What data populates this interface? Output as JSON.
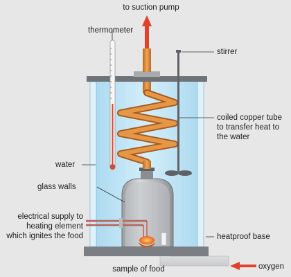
{
  "labels": {
    "suction": "to suction pump",
    "thermometer": "thermometer",
    "stirrer": "stirrer",
    "coil": "coiled copper tube\nto transfer heat to\nthe water",
    "water": "water",
    "glass": "glass walls",
    "electrical": "electrical supply to\nheating element\nwhich ignites the food",
    "base": "heatproof base",
    "food": "sample of food",
    "oxygen": "oxygen"
  },
  "colors": {
    "background": "#e7e7e7",
    "water": "#bfe3f4",
    "copper": "#d9893c",
    "arrow": "#e1402a",
    "base": "#7b7f84",
    "flame": "#f08a2c"
  }
}
